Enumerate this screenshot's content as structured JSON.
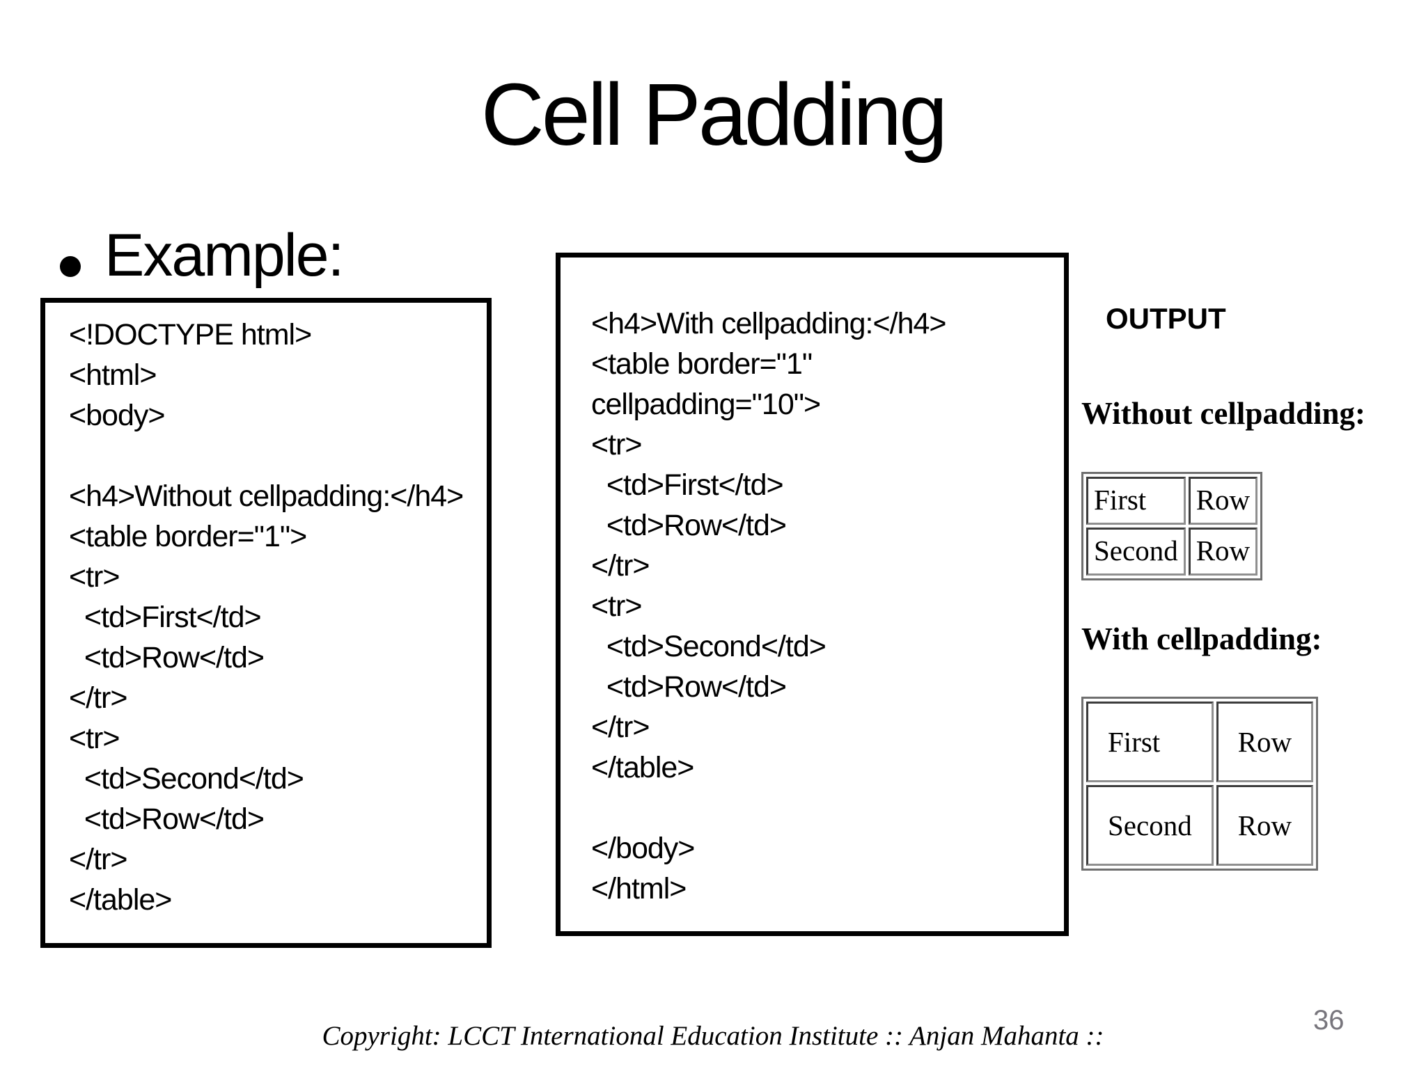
{
  "slide": {
    "title": "Cell Padding",
    "bullet_label": "Example:",
    "footer": "Copyright: LCCT International Education Institute :: Anjan Mahanta ::",
    "page_number": "36"
  },
  "code_left": {
    "lines": [
      "<!DOCTYPE html>",
      "<html>",
      "<body>",
      "",
      "<h4>Without cellpadding:</h4>",
      "<table border=\"1\">",
      "<tr>",
      "  <td>First</td>",
      "  <td>Row</td>",
      "</tr>",
      "<tr>",
      "  <td>Second</td>",
      "  <td>Row</td>",
      "</tr>",
      "</table>"
    ]
  },
  "code_right": {
    "lines": [
      "<h4>With cellpadding:</h4>",
      "<table border=\"1\"",
      "cellpadding=\"10\">",
      "<tr>",
      "  <td>First</td>",
      "  <td>Row</td>",
      "</tr>",
      "<tr>",
      "  <td>Second</td>",
      "  <td>Row</td>",
      "</tr>",
      "</table>",
      "",
      "</body>",
      "</html>"
    ]
  },
  "output": {
    "heading": "OUTPUT",
    "sections": [
      {
        "label": "Without cellpadding:",
        "table": {
          "rows": [
            [
              "First",
              "Row"
            ],
            [
              "Second",
              "Row"
            ]
          ]
        }
      },
      {
        "label": "With cellpadding:",
        "table": {
          "rows": [
            [
              "First",
              "Row"
            ],
            [
              "Second",
              "Row"
            ]
          ]
        }
      }
    ]
  }
}
